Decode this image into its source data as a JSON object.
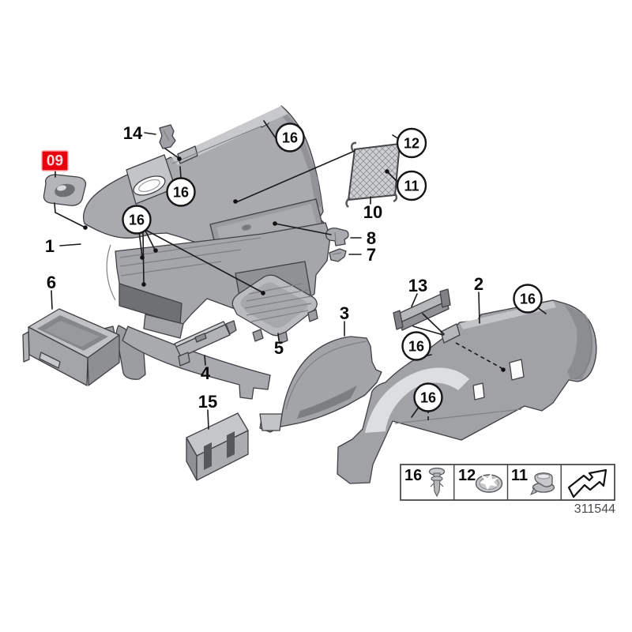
{
  "page": {
    "background": "#ffffff"
  },
  "colors": {
    "highlight_red": "#e8000e",
    "part_gray": "#a8aaad",
    "part_gray_light": "#c7c9cb",
    "part_gray_dark": "#6e7073",
    "leader_line": "#1a1a1a"
  },
  "callouts": {
    "1": {
      "label": "1"
    },
    "2": {
      "label": "2"
    },
    "3": {
      "label": "3"
    },
    "4": {
      "label": "4"
    },
    "5": {
      "label": "5"
    },
    "6": {
      "label": "6"
    },
    "7": {
      "label": "7"
    },
    "8": {
      "label": "8"
    },
    "9": {
      "label": "09",
      "highlighted": true
    },
    "10": {
      "label": "10"
    },
    "11": {
      "label": "11"
    },
    "12": {
      "label": "12"
    },
    "13": {
      "label": "13"
    },
    "14": {
      "label": "14"
    },
    "15": {
      "label": "15"
    },
    "16": {
      "label": "16"
    }
  },
  "legend": {
    "cells": [
      {
        "label": "16",
        "icon": "push-rivet-icon"
      },
      {
        "label": "12",
        "icon": "star-washer-icon"
      },
      {
        "label": "11",
        "icon": "hook-clip-icon"
      },
      {
        "label": "",
        "icon": "direction-arrow-icon"
      }
    ]
  },
  "footer": {
    "diagram_number": "311544"
  }
}
